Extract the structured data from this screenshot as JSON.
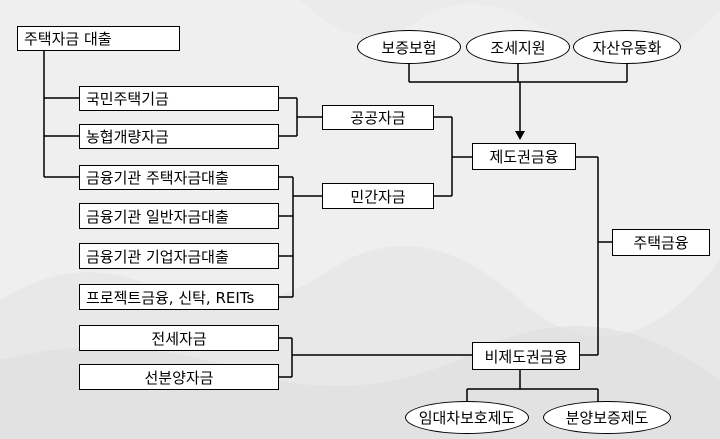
{
  "diagram": {
    "title": "주택자금 대출",
    "financial_categories": {
      "public_fund": "공공자금",
      "private_fund": "민간자금",
      "institutional_finance": "제도권금융",
      "housing_finance": "주택금융",
      "non_institutional_finance": "비제도권금융"
    },
    "loan_items": [
      "국민주택기금",
      "농협개량자금",
      "금융기관 주택자금대출",
      "금융기관 일반자금대출",
      "금융기관 기업자금대출",
      "프로젝트금융, 신탁, REITs",
      "전세자금",
      "선분양자금"
    ],
    "institutional_supports": [
      "보증보험",
      "조세지원",
      "자산유동화"
    ],
    "non_institutional_supports": [
      "임대차보호제도",
      "분양보증제도"
    ]
  }
}
